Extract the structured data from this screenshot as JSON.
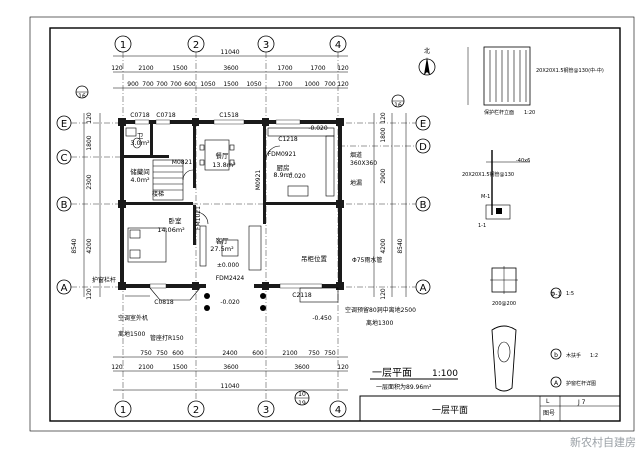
{
  "drawing": {
    "title": "一层平面",
    "scale": "1:100",
    "area_note": "一层面积为89.96m²",
    "titleblock_name": "一层平面",
    "titleblock_code": "J 7",
    "titleblock_label1": "图号",
    "titleblock_label2": "L"
  },
  "axes": {
    "columns": [
      "1",
      "2",
      "3",
      "4"
    ],
    "rows_right": [
      "E",
      "D",
      "B",
      "A"
    ],
    "rows_left": [
      "E",
      "C",
      "B",
      "A"
    ]
  },
  "dims_top": {
    "total": "11040",
    "row1": [
      "120",
      "2100",
      "1500",
      "3600",
      "1700",
      "1700",
      "120"
    ],
    "row2": [
      "900",
      "700",
      "700",
      "700",
      "600",
      "1050",
      "1500",
      "1050",
      "1700",
      "1000",
      "700",
      "120"
    ]
  },
  "dims_bottom": {
    "total": "11040",
    "row1": [
      "120",
      "2100",
      "1500",
      "3600",
      "3600",
      "120"
    ],
    "row2": [
      "750",
      "750",
      "600",
      "2400",
      "600",
      "2100",
      "750",
      "750"
    ]
  },
  "dims_left": [
    "1800",
    "2300",
    "4200",
    "8540",
    "120",
    "120"
  ],
  "dims_right": [
    "1800",
    "2900",
    "4200",
    "8540",
    "120",
    "120"
  ],
  "rooms": [
    {
      "name": "餐厅",
      "area": "13.8m²"
    },
    {
      "name": "厨房",
      "area": "8.9m²"
    },
    {
      "name": "卫",
      "area": "3.0m²"
    },
    {
      "name": "储藏间",
      "area": "4.0m²"
    },
    {
      "name": "卧室",
      "area": "14.06m²"
    },
    {
      "name": "客厅",
      "area": "27.5m²"
    },
    {
      "name": "吊柜位置",
      "area": ""
    }
  ],
  "labels": {
    "windows": [
      "C0718",
      "C0718",
      "C1518",
      "C1218",
      "C0818",
      "C2118"
    ],
    "doors": [
      "M0821",
      "FDM0921",
      "FDM2424",
      "FM1021",
      "M0921"
    ],
    "levels": [
      "-0.020",
      "-0.020",
      "±0.000",
      "-0.020",
      "-0.450"
    ],
    "notes": [
      "空调室外机",
      "离地1500",
      "空调预留80洞中离地2500",
      "离地1300",
      "管座打R150",
      "烟道",
      "360X360",
      "护窗栏杆",
      "地漏",
      "Φ75雨水管",
      "楼梯"
    ],
    "section_marks": [
      "16",
      "16",
      "10",
      "19"
    ],
    "north": "北"
  },
  "details": {
    "guardrail_title": "保护栏杆立面",
    "guardrail_scale": "1:20",
    "guardrail_spec": "20X20X1.5钢管@130(中-中)",
    "section_title": "1-1",
    "section_spec": "20X20X1.5钢管@130",
    "dim_40x6": "-40x6",
    "m1": "M-1",
    "m1_scale": "1:5",
    "m1_note": "Φ-1",
    "anchor_size": "200@200",
    "handrail": "木扶手",
    "handrail_scale": "1:2",
    "detail_a": "护窗栏杆详图",
    "marker_a": "A",
    "marker_b": "b",
    "marker_c": "C"
  },
  "watermark": "新农村自建房"
}
